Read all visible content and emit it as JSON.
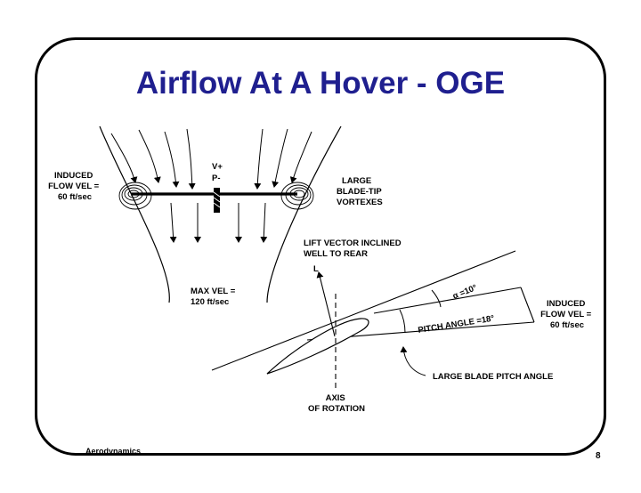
{
  "slide": {
    "title": "Airflow At A Hover - OGE",
    "footer": "Aerodynamics",
    "page_number": "8"
  },
  "rotor_diagram": {
    "induced_flow_label": [
      "INDUCED",
      "FLOW VEL =",
      "60 ft/sec"
    ],
    "v_plus": "V+",
    "p_minus": "P-",
    "vortex_label": [
      "LARGE",
      "BLADE-TIP",
      "VORTEXES"
    ],
    "max_vel_label": [
      "MAX VEL =",
      "120 ft/sec"
    ]
  },
  "airfoil_diagram": {
    "lift_vector_label": [
      "LIFT VECTOR INCLINED",
      "WELL TO REAR"
    ],
    "lift_symbol": "L",
    "alpha_label": "α =10°",
    "pitch_angle_label": "PITCH ANGLE =18°",
    "induced_flow_label": [
      "INDUCED",
      "FLOW VEL =",
      "60 ft/sec"
    ],
    "blade_pitch_label": "LARGE BLADE PITCH ANGLE",
    "axis_label": [
      "AXIS",
      "OF ROTATION"
    ]
  }
}
